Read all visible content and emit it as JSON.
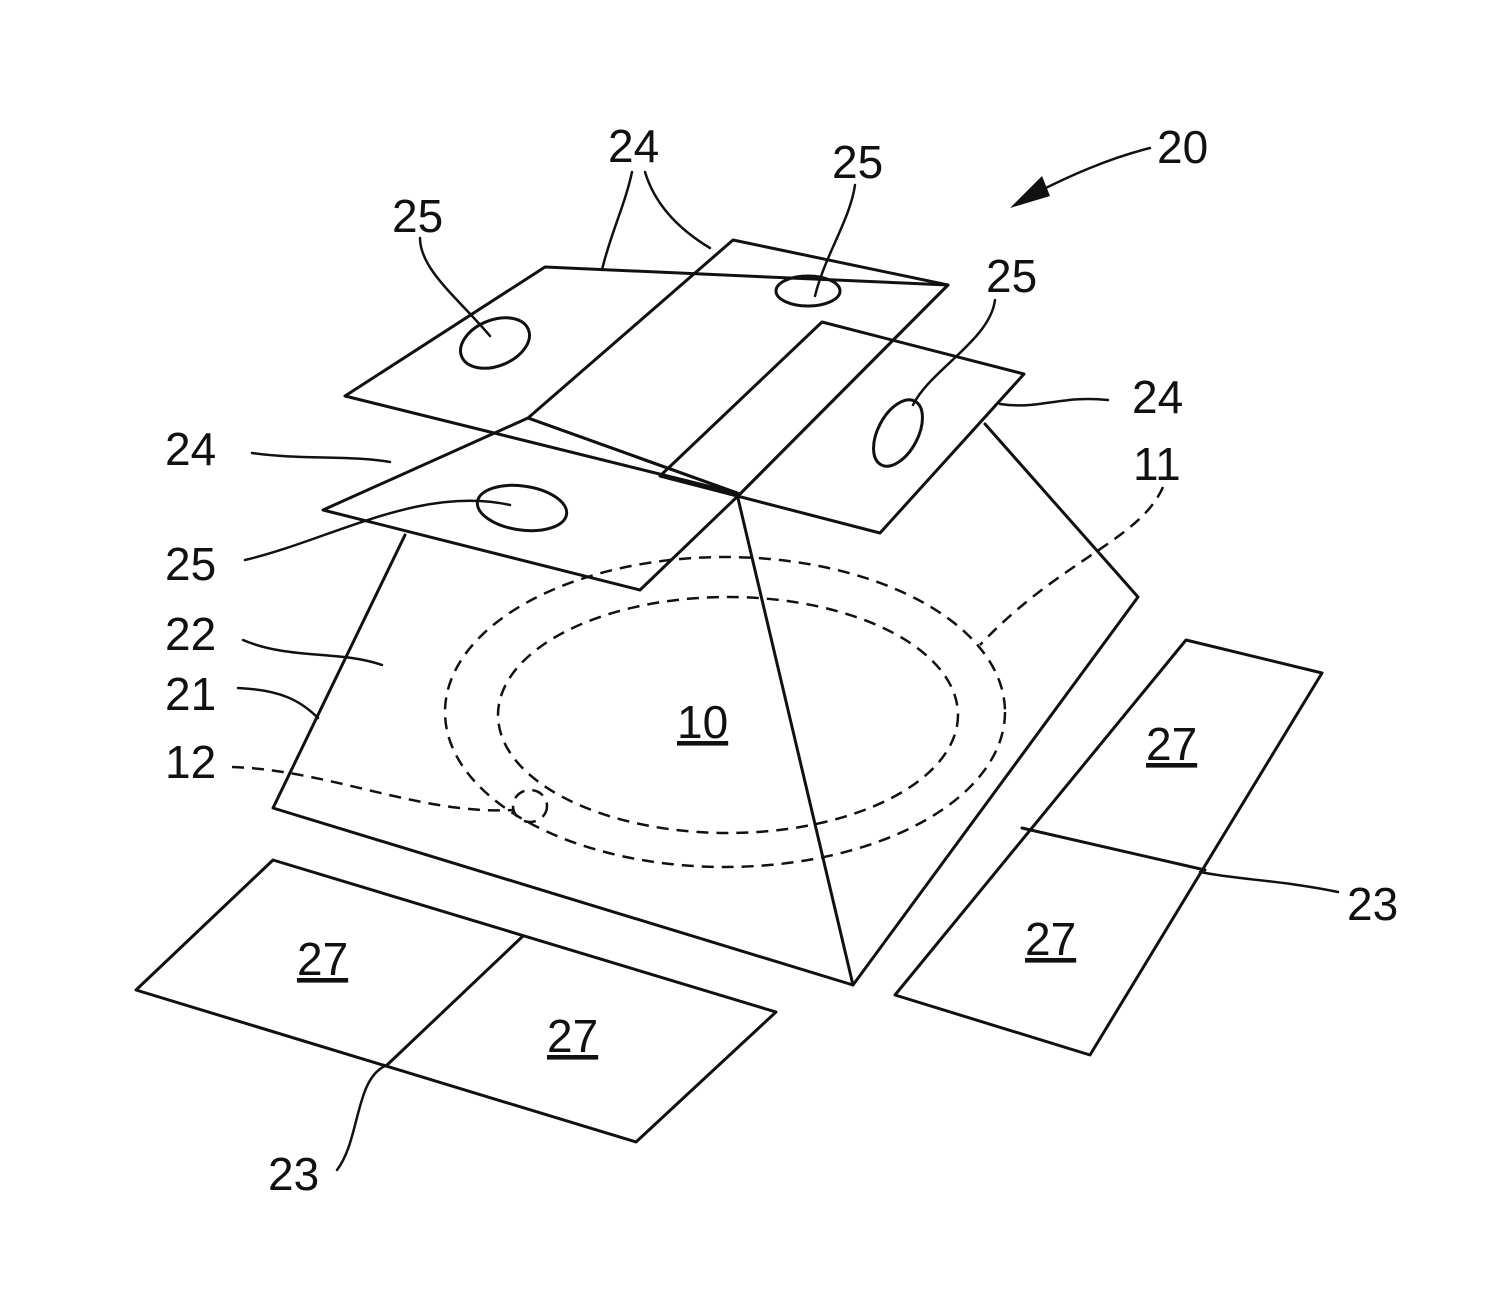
{
  "labels": {
    "assembly": "20",
    "device": "10",
    "outer_seal": "11",
    "port": "12",
    "base_edge": "21",
    "base_face": "22",
    "foot_strip": "23",
    "tab": "24",
    "tab_hole": "25",
    "pad": "27"
  }
}
